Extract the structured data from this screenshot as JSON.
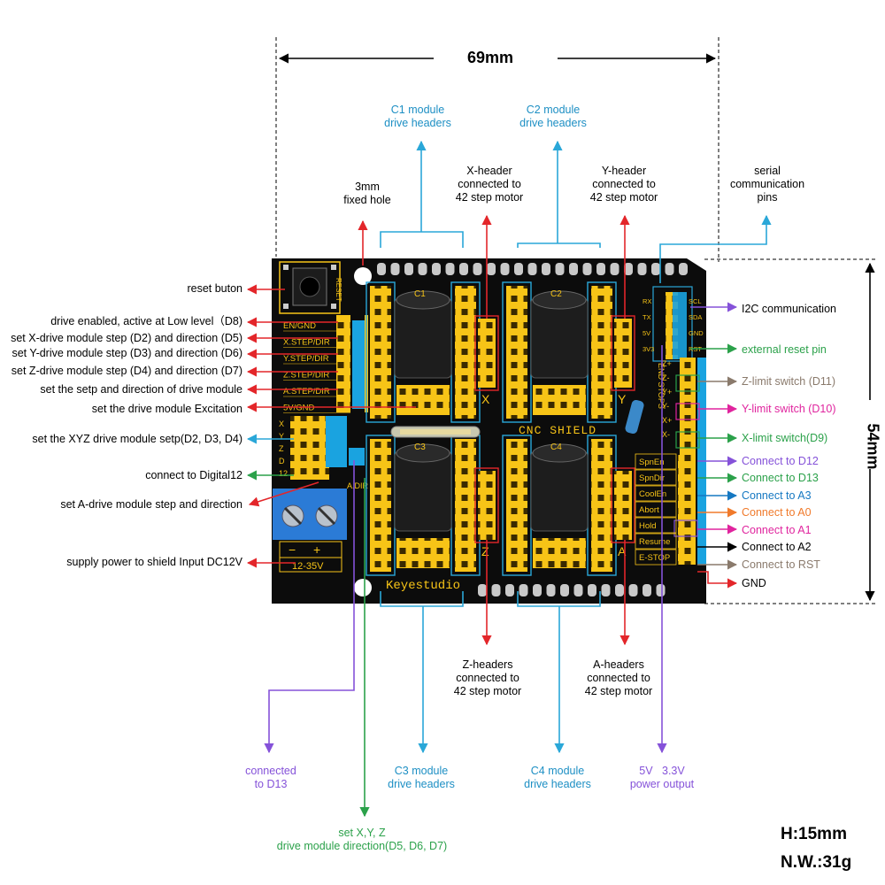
{
  "dimensions": {
    "width": "69mm",
    "height": "54mm"
  },
  "specs": {
    "height": "H:15mm",
    "weight": "N.W.:31g"
  },
  "colors": {
    "red": "#e3262a",
    "blue": "#2aa7d8",
    "green": "#2ba14a",
    "purple": "#8552d9",
    "brown": "#8a7a6c",
    "magenta": "#e0249e",
    "orange": "#f07a2b",
    "darkblue": "#1578c2",
    "black": "#000000",
    "board": "#0c0c0c",
    "header": "#f7c417",
    "cap": "#1d1d1d"
  },
  "left_labels": [
    "reset buton",
    "drive enabled, active at Low level（D8)",
    "set X-drive module step (D2) and direction (D5)",
    "set Y-drive module step (D3) and direction (D6)",
    "set Z-drive module step (D4) and direction (D7)",
    "set the setp and direction of drive module",
    "set the drive module Excitation",
    "set the XYZ drive module setp(D2, D3, D4)",
    "connect to Digital12",
    "set A-drive module step and direction",
    "supply power to shield Input DC12V"
  ],
  "right_labels": [
    "I2C communication",
    "external reset pin",
    "Z-limit switch (D11)",
    "Y-limit switch (D10)",
    "X-limit switch(D9)",
    "Connect to D12",
    "Connect to D13",
    "Connect to A3",
    "Connect to A0",
    "Connect to A1",
    "Connect to A2",
    "Connect to RST",
    "GND"
  ],
  "top_labels": {
    "c1": [
      "C1 module",
      "drive headers"
    ],
    "c2": [
      "C2 module",
      "drive headers"
    ],
    "hole": [
      "3mm",
      "fixed hole"
    ],
    "xh": [
      "X-header",
      "connected to",
      "42 step motor"
    ],
    "yh": [
      "Y-header",
      "connected to",
      "42 step motor"
    ],
    "serial": [
      "serial",
      "communication",
      "pins"
    ]
  },
  "bottom_labels": {
    "zh": [
      "Z-headers",
      "connected to",
      "42 step motor"
    ],
    "ah": [
      "A-headers",
      "connected to",
      "42 step motor"
    ],
    "c3": [
      "C3 module",
      "drive headers"
    ],
    "c4": [
      "C4 module",
      "drive headers"
    ],
    "d13": [
      "connected",
      "to D13"
    ],
    "power": [
      "5V   3.3V",
      "power output"
    ],
    "xyz": [
      "set X,Y, Z",
      "drive module direction(D5, D6, D7)"
    ]
  },
  "board": {
    "title": "CNC SHIELD",
    "brand": "Keyestudio",
    "voltage": "12-35V",
    "plus": "+",
    "minus": "−",
    "reset": "RESET",
    "end_stops": "END STOPS",
    "slot_c1": "C1",
    "slot_c2": "C2",
    "slot_c3": "C3",
    "slot_c4": "C4",
    "axis_x": "X",
    "axis_y": "Y",
    "axis_z": "Z",
    "axis_a": "A",
    "pin_left": [
      "EN/GND",
      "X.STEP/DIR",
      "Y.STEP/DIR",
      "Z.STEP/DIR",
      "A.STEP/DIR",
      "5V/GND"
    ],
    "pin_xyz": [
      "X",
      "Y",
      "Z",
      "D",
      "12"
    ],
    "pin_adir": "A.DIR",
    "pin_serial": [
      "RX",
      "TX",
      "5V",
      "3V3"
    ],
    "pin_i2c": [
      "SCL",
      "SDA",
      "GND",
      "RST"
    ],
    "pin_end": [
      "Z+",
      "Z-",
      "Y+",
      "Y-",
      "X+",
      "X-"
    ],
    "pin_ctrl": [
      "SpnEn",
      "SpnDir",
      "CoolEn",
      "Abort",
      "Hold",
      "Resume",
      "E-STOP"
    ]
  }
}
